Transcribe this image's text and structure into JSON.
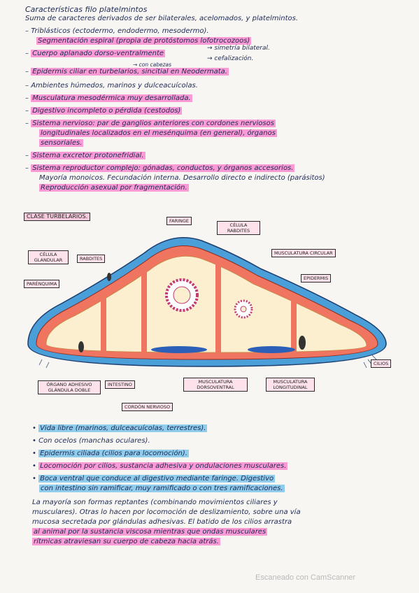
{
  "header": {
    "title": "Características filo platelmintos",
    "subtitle": "Suma de caracteres derivados de ser bilaterales, acelomados, y platelmintos."
  },
  "list1": [
    "Triblásticos (ectodermo, endodermo, mesodermo).",
    "Segmentación espiral (propia de protóstomos lofotrocozoos)",
    "Cuerpo aplanado dorso-ventralmente",
    "simetría bilateral.",
    "cefalización.",
    "con cabezas",
    "Epidermis ciliar en turbelarios, sincitial en Neodermata.",
    "Ambientes húmedos, marinos y dulceacuícolas.",
    "Musculatura mesodérmica muy desarrollada.",
    "Digestivo incompleto o pérdida (cestodos)",
    "Sistema nervioso: par de ganglios anteriores con cordones nerviosos",
    "longitudinales localizados en el mesénquima (en general), órganos",
    "sensoriales.",
    "Sistema excretor protonefridial.",
    "Sistema reproductor complejo: gónadas, conductos, y órganos accesorios.",
    "Mayoría monoicos. Fecundación interna. Desarrollo directo e indirecto (parásitos)",
    "Reproducción asexual por fragmentación."
  ],
  "diagram": {
    "title": "CLASE TURBELARIOS.",
    "labels": {
      "faringe": "FARINGE",
      "celula_rabdites": "CÉLULA RABDITES",
      "celula_glandular": "CÉLULA GLANDULAR",
      "rabdites": "RABDITES",
      "musculatura_circular": "MUSCULATURA CIRCULAR",
      "parenquima": "PARÉNQUIMA",
      "epidermis": "EPIDERMIS",
      "cilios": "CILIOS",
      "organo_adhesivo": "ÓRGANO ADHESIVO GLÁNDULA DOBLE",
      "intestino": "INTESTINO",
      "musculatura_dorsoventral": "MUSCULATURA DORSOVENTRAL",
      "musculatura_longitudinal": "MUSCULATURA LONGITUDINAL",
      "cordon_nervioso": "CORDÓN NERVIOSO"
    }
  },
  "list2": [
    "Vida libre (marinos, dulceacuícolas, terrestres).",
    "Con ocelos (manchas oculares).",
    "Epidermis ciliada (cilios para locomoción).",
    "Locomoción por cilios, sustancia adhesiva y ondulaciones musculares.",
    "Boca ventral que conduce al digestivo mediante faringe. Digestivo",
    "con intestino sin ramificar, muy ramificado o con tres ramificaciones.",
    "La mayoría son formas reptantes (combinando movimientos ciliares y",
    "musculares). Otras lo hacen por locomoción de deslizamiento, sobre una vía",
    "mucosa secretada por glándulas adhesivas. El batido de los cilios arrastra",
    "al animal por la sustancia viscosa mientras que ondas musculares",
    "rítmicas atraviesan su cuerpo de cabeza hacia atrás."
  ],
  "footer": {
    "watermark": "Escaneado con CamScanner"
  },
  "colors": {
    "ink": "#1e2a55",
    "highlight_pink": "#ff50be",
    "highlight_blue": "#3caae6",
    "epidermis_blue": "#4a9fd8",
    "muscle_red": "#f07560",
    "parenchyma": "#fbefd0"
  }
}
